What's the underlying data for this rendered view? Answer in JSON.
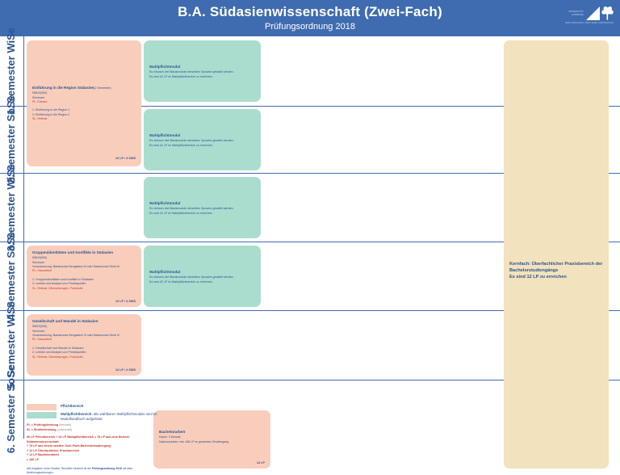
{
  "header": {
    "title": "B.A. Südasienwissenschaft (Zwei-Fach)",
    "subtitle": "Prüfungsordnung 2018",
    "logo_name": "universitaet-hamburg-logo",
    "logo_line1": "UNIVERSITÄT",
    "logo_line2": "HAMBURG",
    "logo_caption_left": "DER FORSCHUNG | DER LEHRE | DER BILDUNG",
    "accent_blue": "#3f6cb0",
    "text_blue": "#2c5490",
    "pflicht_color": "#f9cdbb",
    "wahlpflicht_color": "#abddcf",
    "praxis_color": "#f2e2bd"
  },
  "semesters": [
    {
      "nr": "1. Semester",
      "term": "WiSe"
    },
    {
      "nr": "2. Semester",
      "term": "SoSe"
    },
    {
      "nr": "3. Semester",
      "term": "WiSe"
    },
    {
      "nr": "4. Semester",
      "term": "SoSe"
    },
    {
      "nr": "5. Semester",
      "term": "WiSe"
    },
    {
      "nr": "6. Semester",
      "term": "SoSe"
    }
  ],
  "modules": {
    "einfuehrung": {
      "title": "Einführung in die Region Südasien",
      "title_sub": "(2 Semester)",
      "code": "55810(900)",
      "type": "Seminare",
      "exam": "PL: Klausur",
      "items": [
        "1: Einführung in die Region 1",
        "2: Einführung in die Region 2"
      ],
      "sl": "SL: Referat",
      "lp": "12 LP / 4 SWS"
    },
    "gruppen": {
      "title": "Gruppenidentitäten und Konflikte in Südasien",
      "code": "55810(900)",
      "type": "Seminare",
      "prereq": "Voraussetzung: Basismodul Bengalisch III oder Basismodul Hindi III",
      "exam": "PL: Hausarbeit",
      "items": [
        "1: Gruppenidentitäten und Konflikte in Südasien",
        "2: Lektüre und Analyse von Primärquellen"
      ],
      "sl": "SL: Referat, Übersetzungen, Protokolle",
      "lp": "12 LP / 4 SWS"
    },
    "gesellschaft": {
      "title": "Gesellschaft und Wandel in Südasien",
      "code": "55810(900)",
      "type": "Seminare",
      "prereq": "Voraussetzung: Basismodul Bengalisch III oder Basismodul Hindi III",
      "exam": "PL: Hausarbeit",
      "items": [
        "1: Gesellschaft und Wandel in Südasien",
        "2: Lektüre und Analyse von Primärquellen"
      ],
      "sl": "SL: Referat, Übersetzungen, Protokolle",
      "lp": "12 LP / 4 SWS"
    },
    "bachelorarbeit": {
      "title": "Bachelorarbeit",
      "duration": "Dauer: 3 Monate",
      "requirement": "Nachzuweisen: min.108 LP im gesamten Studiengang",
      "lp": "12 LP"
    }
  },
  "wahlpflicht_box": {
    "title": "Wahlpflichtmodul",
    "line1": "Es müssen drei Basismodule derselben Sprache gewählt werden.",
    "line2": "Es sind 42 LP im Wahlpflichtbereich zu erreichen."
  },
  "praxis_box": {
    "line1": "Kernfach: Überfachlicher Praxisbereich der",
    "line2": "Bachelorstudiengänge",
    "line3": "Es sind 12 LP zu erreichen"
  },
  "legend": {
    "pflicht_label": "Pflichtbereich",
    "wahlpflicht_label": "Wahlpflichtbereich",
    "wahlpflicht_note": "- alle wählbaren Wahlpflichtmodule sind im Modulhandbuch aufgelistet.",
    "key_pl": "PL = Prüfungsleistung",
    "key_pl_note": "(benotet)",
    "key_sl": "SL = Studienleistung",
    "key_sl_note": "(unbenotet)",
    "sum_lines": [
      "66 LP Pflichtbereich + 42 LP Wahlpflichtbereich = 78 LP  aus dem Bereich Südasienwissenschaft",
      "+ 78 LP aus einem zweiten Zwei-Fach-Bachelorstudiengang",
      "+ 12 LP Überfachlicher Praxisbereich",
      "+ 12 LP Bachelorarbeit",
      "= 180 LP"
    ],
    "footer_pre": "Alle Angaben ohne Gewähr. Rechtlich bindend ist die ",
    "footer_bold": "Prüfungsordnung 2018",
    "footer_post": " mit allen Änderungsordnungen."
  }
}
